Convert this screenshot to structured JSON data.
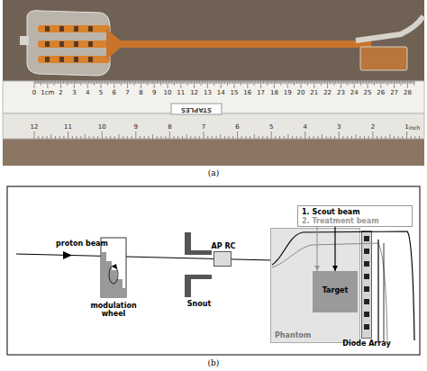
{
  "diagram": {
    "nodes": [
      {
        "text": [
          "modulation wheel"
        ]
      },
      {
        "text": [
          "Snout"
        ]
      },
      {
        "text": [
          "AP RC"
        ]
      },
      {
        "text": [
          "Phantom"
        ]
      },
      {
        "text": [
          "Target"
        ],
        "in": 3
      },
      {
        "text": [
          "Diode Array"
        ]
      },
      {
        "text": [
          "1. Scout beam",
          "2. Treatment beam"
        ]
      }
    ],
    "edges": [
      {
        "from": 6,
        "to": 4,
        "arrow": "to"
      },
      {
        "from": 6,
        "to": 4,
        "arrow": "to"
      }
    ],
    "labels": [
      "0",
      "1cm",
      "2",
      "3",
      "4",
      "5",
      "6",
      "7",
      "8",
      "9",
      "10",
      "11",
      "12",
      "13",
      "14",
      "15",
      "16",
      "17",
      "18",
      "19",
      "20",
      "21",
      "22",
      "23",
      "24",
      "25",
      "26",
      "27",
      "28",
      "12",
      "11",
      "10",
      "9",
      "8",
      "7",
      "6",
      "5",
      "4",
      "3",
      "2",
      "1",
      "inch",
      "STAPLES",
      "(a)",
      "proton beam",
      "(b)"
    ]
  }
}
